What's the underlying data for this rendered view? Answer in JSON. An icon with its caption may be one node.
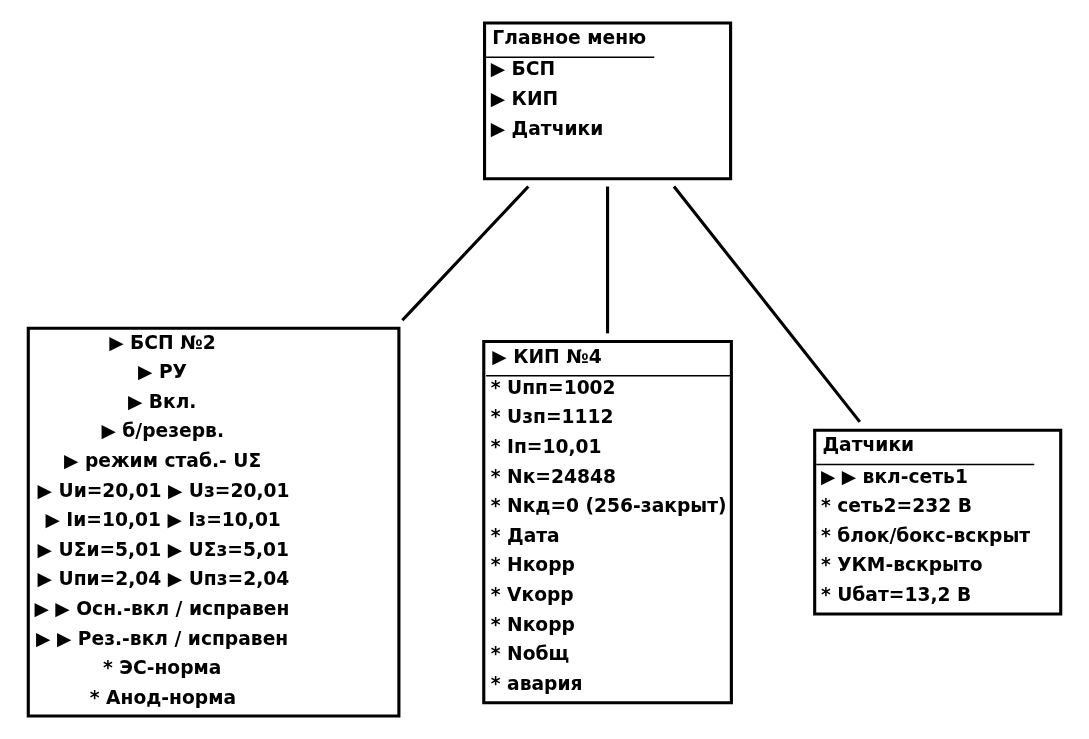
{
  "diagram": {
    "nodes": [
      {
        "text": [
          "Главное меню",
          "▶ БСП",
          "▶ КИП",
          "▶ Датчики"
        ]
      },
      {
        "text": [
          "▶ БСП №2",
          "▶ РУ",
          "▶ Вкл.",
          "▶ б/резерв.",
          "▶ режим стаб.- UΣ",
          "▶ Uи=20,01 ▶ Uз=20,01",
          "▶ Iи=10,01 ▶ Iз=10,01",
          "▶ UΣи=5,01 ▶ UΣз=5,01",
          "▶ Uпи=2,04 ▶ Uпз=2,04",
          "▶ ▶ Осн.-вкл / исправен",
          "▶ ▶ Рез.-вкл / исправен",
          "* ЭС-норма",
          "* Анод-норма"
        ]
      },
      {
        "text": [
          "▶ КИП №4",
          "* Uпп=1002",
          "* Uзп=1112",
          "* Iп=10,01",
          "* Nк=24848",
          "* Nкд=0 (256-закрыт)",
          "* Дата",
          "* Hкорр",
          "* Vкорр",
          "* Nкорр",
          "* Nобщ",
          "* авария"
        ]
      },
      {
        "text": [
          "Датчики",
          "▶ ▶ вкл-сеть1",
          "* сеть2=232 В",
          "* блок/бокс-вскрыт",
          "* УКМ-вскрыто",
          "* Uбат=13,2 В"
        ]
      }
    ],
    "edges": [
      {
        "from": 0,
        "to": 1,
        "arrow": "none"
      },
      {
        "from": 0,
        "to": 2,
        "arrow": "none"
      },
      {
        "from": 0,
        "to": 3,
        "arrow": "none"
      }
    ]
  }
}
